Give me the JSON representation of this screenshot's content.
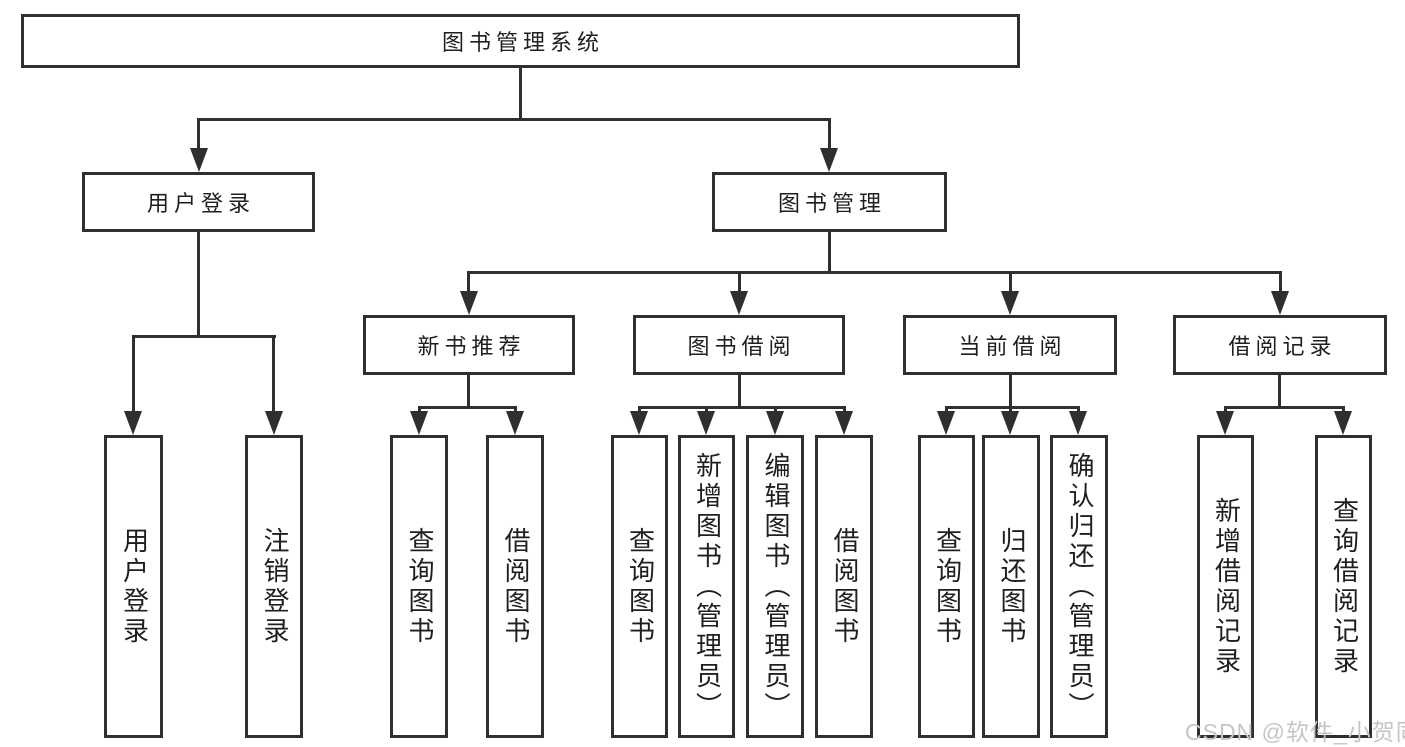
{
  "tree": {
    "root": "图书管理系统",
    "level2": [
      "用户登录",
      "图书管理"
    ],
    "level3": [
      "新书推荐",
      "图书借阅",
      "当前借阅",
      "借阅记录"
    ],
    "leaves_user_login": [
      "用户登录",
      "注销登录"
    ],
    "leaves_new_book": [
      "查询图书",
      "借阅图书"
    ],
    "leaves_book_borrow": [
      "查询图书",
      "新增图书（管理员）",
      "编辑图书（管理员）",
      "借阅图书"
    ],
    "leaves_current_borrow": [
      "查询图书",
      "归还图书",
      "确认归还（管理员）"
    ],
    "leaves_borrow_records": [
      "新增借阅记录",
      "查询借阅记录"
    ]
  },
  "watermark": "CSDN @软件_小贺同学",
  "colors": {
    "line": "#2f2f2f",
    "text": "#1f1f1f",
    "watermark": "#c6c6c6",
    "background": "#ffffff"
  }
}
